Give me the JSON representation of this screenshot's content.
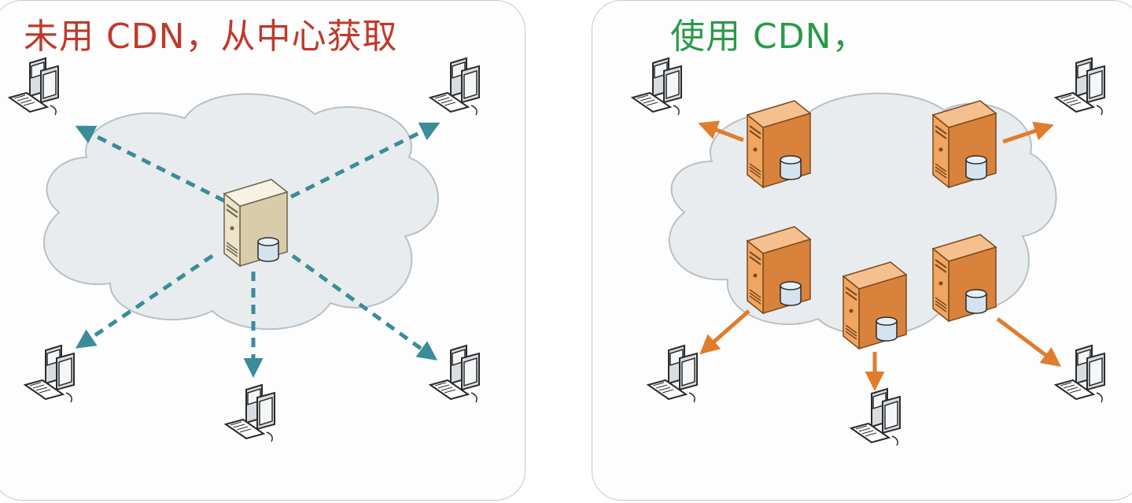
{
  "left_panel": {
    "title": "未用 CDN，从中心获取",
    "title_color": "#c0392b",
    "arrow_color": "#3a8c9a",
    "server_color": "#ece3c8"
  },
  "right_panel": {
    "title": "使用 CDN，",
    "title_color": "#2a9a4a",
    "arrow_color": "#e07c2e",
    "server_color": "#f0a560"
  },
  "colors": {
    "cloud_fill": "#e9ecee",
    "cloud_stroke": "#b7c0c6",
    "panel_border": "#c9c9c9",
    "computer_case": "#d9dde1",
    "computer_screen": "#f4f6f8",
    "computer_stroke": "#2b2b2b",
    "database": "#d4e3ef"
  },
  "icons": [
    "computer-icon",
    "server-icon",
    "database-icon",
    "cloud-shape",
    "arrow"
  ]
}
